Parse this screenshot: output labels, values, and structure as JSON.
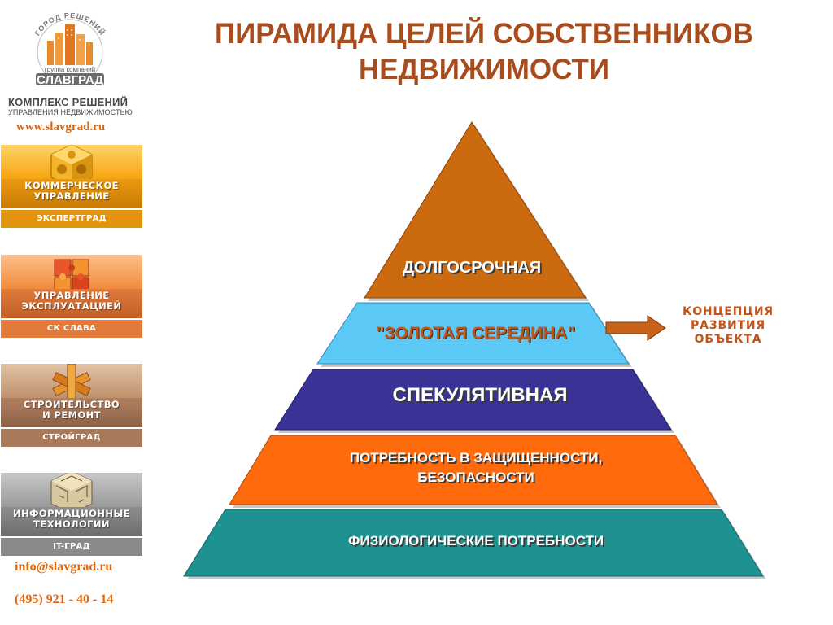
{
  "title": "ПИРАМИДА ЦЕЛЕЙ СОБСТВЕННИКОВ НЕДВИЖИМОСТИ",
  "sidebar": {
    "logo": {
      "ring_text": "ГОРОД РЕШЕНИЙ",
      "group_text": "группа компаний",
      "brand": "СЛАВГРАД"
    },
    "complex_title": "КОМПЛЕКС РЕШЕНИЙ",
    "complex_subtitle": "УПРАВЛЕНИЯ НЕДВИЖИМОСТЬЮ",
    "website": "www.slavgrad.ru",
    "tiles": [
      {
        "label_line1": "КОММЕРЧЕСКОЕ",
        "label_line2": "УПРАВЛЕНИЕ",
        "footer": "ЭКСПЕРТГРАД",
        "icon": "cube-icon"
      },
      {
        "label_line1": "УПРАВЛЕНИЕ",
        "label_line2": "ЭКСПЛУАТАЦИЕЙ",
        "footer": "СК СЛАВА",
        "icon": "puzzle-icon"
      },
      {
        "label_line1": "СТРОИТЕЛЬСТВО",
        "label_line2": "И РЕМОНТ",
        "footer": "СТРОЙГРАД",
        "icon": "wooden-knot-icon"
      },
      {
        "label_line1": "ИНФОРМАЦИОННЫЕ",
        "label_line2": "ТЕХНОЛОГИИ",
        "footer": "IT-ГРАД",
        "icon": "maze-cube-icon"
      }
    ],
    "email": "info@slavgrad.ru",
    "phone": "(495) 921 - 40 - 14"
  },
  "pyramid": {
    "levels": [
      {
        "label": "ДОЛГОСРОЧНАЯ",
        "color": "#cc6a10"
      },
      {
        "label": "\"ЗОЛОТАЯ СЕРЕДИНА\"",
        "color": "#5cc8f5"
      },
      {
        "label": "СПЕКУЛЯТИВНАЯ",
        "color": "#3a3294"
      },
      {
        "label_line1": "ПОТРЕБНОСТЬ В ЗАЩИЩЕННОСТИ,",
        "label_line2": "БЕЗОПАСНОСТИ",
        "color": "#ff6a0c"
      },
      {
        "label": "ФИЗИОЛОГИЧЕСКИЕ ПОТРЕБНОСТИ",
        "color": "#1e9290"
      }
    ],
    "arrow_target": {
      "line1": "КОНЦЕПЦИЯ",
      "line2": "РАЗВИТИЯ",
      "line3": "ОБЪЕКТА"
    }
  },
  "colors": {
    "accent": "#e0650b",
    "title": "#a84c1e",
    "arrow": "#c8641a"
  }
}
